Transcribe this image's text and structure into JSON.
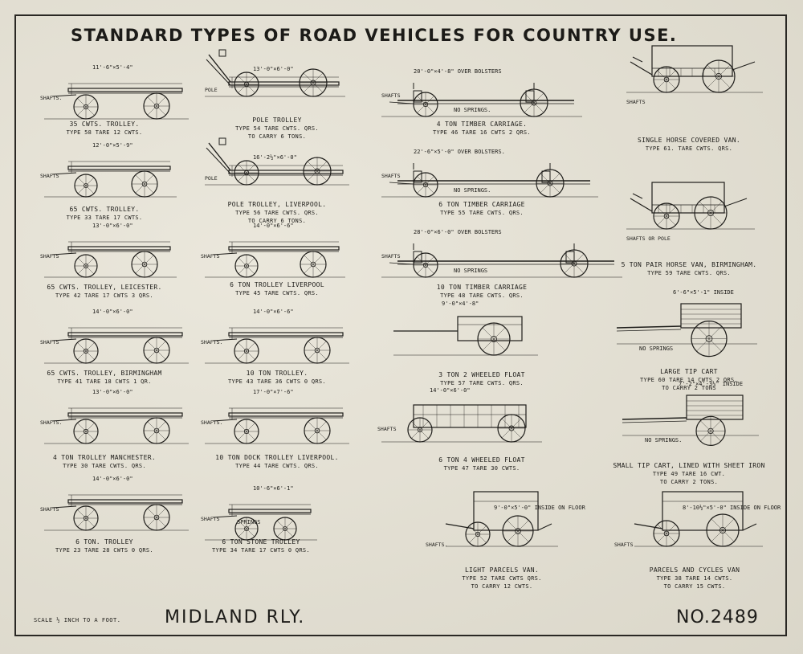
{
  "title": "STANDARD TYPES OF ROAD VEHICLES FOR COUNTRY USE.",
  "footer": {
    "railway": "MIDLAND RLY.",
    "drawing_no": "NO.2489",
    "scale": "SCALE ½ INCH TO A FOOT."
  },
  "vehicles": [
    {
      "id": "v1",
      "name": "35 CWTS. TROLLEY.",
      "detail": "TYPE 58 TARE 12 CWTS.",
      "dim": "11'-6\"×5'-4\"",
      "shafts": "SHAFTS."
    },
    {
      "id": "v2",
      "name": "POLE TROLLEY",
      "detail": "TYPE 54 TARE CWTS. QRS.",
      "detail2": "TO CARRY 6 TONS.",
      "dim": "13'-0\"×6'-0\"",
      "shafts": "POLE"
    },
    {
      "id": "v3",
      "name": "4 TON TIMBER CARRIAGE.",
      "detail": "TYPE 46 TARE 16 CWTS 2 QRS.",
      "dim": "20'-0\"×4'-8\" OVER BOLSTERS",
      "shafts": "SHAFTS",
      "springs": "NO SPRINGS."
    },
    {
      "id": "v4",
      "name": "SINGLE HORSE COVERED VAN.",
      "detail": "TYPE 61. TARE CWTS. QRS.",
      "shafts": "SHAFTS"
    },
    {
      "id": "v5",
      "name": "65 CWTS. TROLLEY.",
      "detail": "TYPE 33 TARE 17 CWTS.",
      "dim": "12'-0\"×5'-9\"",
      "shafts": "SHAFTS"
    },
    {
      "id": "v6",
      "name": "POLE TROLLEY, LIVERPOOL.",
      "detail": "TYPE 56 TARE CWTS. QRS.",
      "detail2": "TO CARRY 6 TONS.",
      "dim": "16'-2½\"×6'-0\"",
      "shafts": "POLE"
    },
    {
      "id": "v7",
      "name": "6 TON TIMBER CARRIAGE",
      "detail": "TYPE 55 TARE CWTS. QRS.",
      "dim": "22'-6\"×5'-0\" OVER BOLSTERS.",
      "shafts": "SHAFTS",
      "springs": "NO SPRINGS."
    },
    {
      "id": "v8",
      "name": "5 TON PAIR HORSE VAN, BIRMINGHAM.",
      "detail": "TYPE 59 TARE CWTS. QRS.",
      "shafts": "SHAFTS OR POLE"
    },
    {
      "id": "v9",
      "name": "65 CWTS. TROLLEY, LEICESTER.",
      "detail": "TYPE 42 TARE 17 CWTS 3 QRS.",
      "dim": "13'-0\"×6'-0\"",
      "shafts": "SHAFTS"
    },
    {
      "id": "v10",
      "name": "6 TON TROLLEY LIVERPOOL",
      "detail": "TYPE 45 TARE CWTS. QRS.",
      "dim": "14'-0\"×6'-6\"",
      "shafts": "SHAFTS"
    },
    {
      "id": "v11",
      "name": "10 TON TIMBER CARRIAGE",
      "detail": "TYPE 48 TARE CWTS. QRS.",
      "dim": "28'-0\"×6'-0\" OVER BOLSTERS",
      "shafts": "SHAFTS",
      "springs": "NO SPRINGS"
    },
    {
      "id": "v12",
      "name": "LARGE TIP CART",
      "detail": "TYPE 60 TARE 14 CWTS 2 QRS.",
      "detail2": "TO CARRY 2 TONS",
      "dim": "6'-6\"×5'-1\" INSIDE",
      "springs": "NO SPRINGS"
    },
    {
      "id": "v13",
      "name": "65 CWTS. TROLLEY, BIRMINGHAM",
      "detail": "TYPE 41 TARE 18 CWTS 1 QR.",
      "dim": "14'-0\"×6'-0\"",
      "shafts": "SHAFTS"
    },
    {
      "id": "v14",
      "name": "10 TON TROLLEY.",
      "detail": "TYPE 43 TARE 36 CWTS 0 QRS.",
      "dim": "14'-0\"×6'-6\"",
      "shafts": "SHAFTS."
    },
    {
      "id": "v15",
      "name": "3 TON 2 WHEELED FLOAT",
      "detail": "TYPE 57 TARE CWTS. QRS.",
      "dim": "9'-0\"×4'-8\""
    },
    {
      "id": "v16",
      "name": "4 TON TROLLEY MANCHESTER.",
      "detail": "TYPE 30 TARE CWTS. QRS.",
      "dim": "13'-0\"×6'-0\"",
      "shafts": "SHAFTS."
    },
    {
      "id": "v17",
      "name": "10 TON DOCK TROLLEY LIVERPOOL.",
      "detail": "TYPE 44 TARE CWTS. QRS.",
      "dim": "17'-0\"×7'-6\"",
      "shafts": "SHAFTS."
    },
    {
      "id": "v18",
      "name": "6 TON 4 WHEELED FLOAT",
      "detail": "TYPE 47 TARE 30 CWTS.",
      "dim": "14'-0\"×6'-0\"",
      "shafts": "SHAFTS"
    },
    {
      "id": "v19",
      "name": "SMALL TIP CART, LINED WITH SHEET IRON",
      "detail": "TYPE 49 TARE 16 CWT.",
      "detail2": "TO CARRY 2 TONS.",
      "dim": "7'-2\"×4'-3½\" INSIDE",
      "springs": "NO SPRINGS."
    },
    {
      "id": "v20",
      "name": "6 TON. TROLLEY",
      "detail": "TYPE 23 TARE 28 CWTS 0 QRS.",
      "dim": "14'-0\"×6'-0\"",
      "shafts": "SHAFTS"
    },
    {
      "id": "v21",
      "name": "6 TON STONE TROLLEY",
      "detail": "TYPE 34 TARE 17 CWTS 0 QRS.",
      "dim": "10'-6\"×6'-1\"",
      "shafts": "SHAFTS",
      "springs": "SPRINGS"
    },
    {
      "id": "v22",
      "name": "LIGHT PARCELS VAN.",
      "detail": "TYPE 52 TARE CWTS QRS.",
      "detail2": "TO CARRY 12 CWTS.",
      "dim": "9'-0\"×5'-0\" INSIDE ON FLOOR",
      "shafts": "SHAFTS."
    },
    {
      "id": "v23",
      "name": "PARCELS AND CYCLES VAN",
      "detail": "TYPE 38 TARE 14 CWTS.",
      "detail2": "TO CARRY 15 CWTS.",
      "dim": "8'-10½\"×5'-0\" INSIDE ON FLOOR",
      "shafts": "SHAFTS"
    }
  ]
}
